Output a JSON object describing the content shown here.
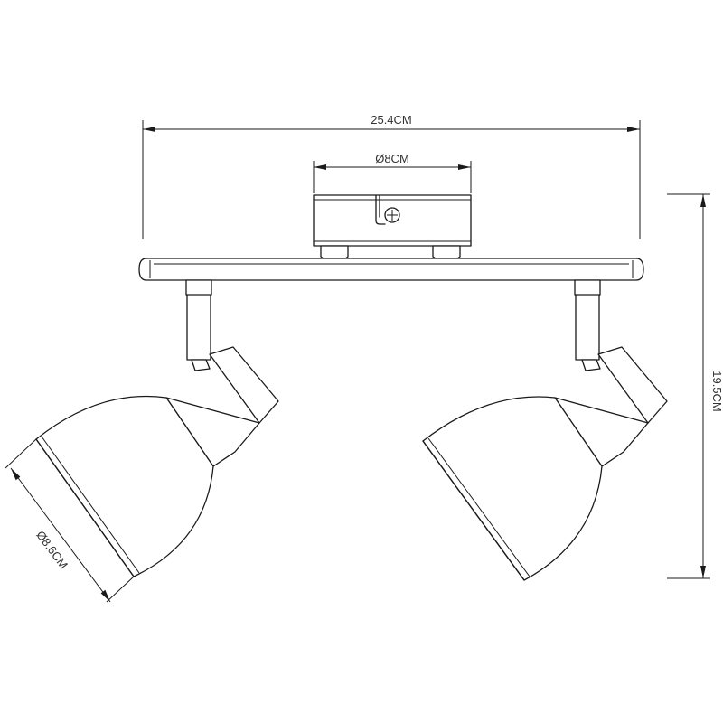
{
  "dimensions": {
    "total_width": "25.4CM",
    "canopy_diameter": "Ø8CM",
    "total_height": "19.5CM",
    "shade_diameter": "Ø8.6CM"
  },
  "colors": {
    "line": "#1a1a1a",
    "background": "#ffffff"
  }
}
